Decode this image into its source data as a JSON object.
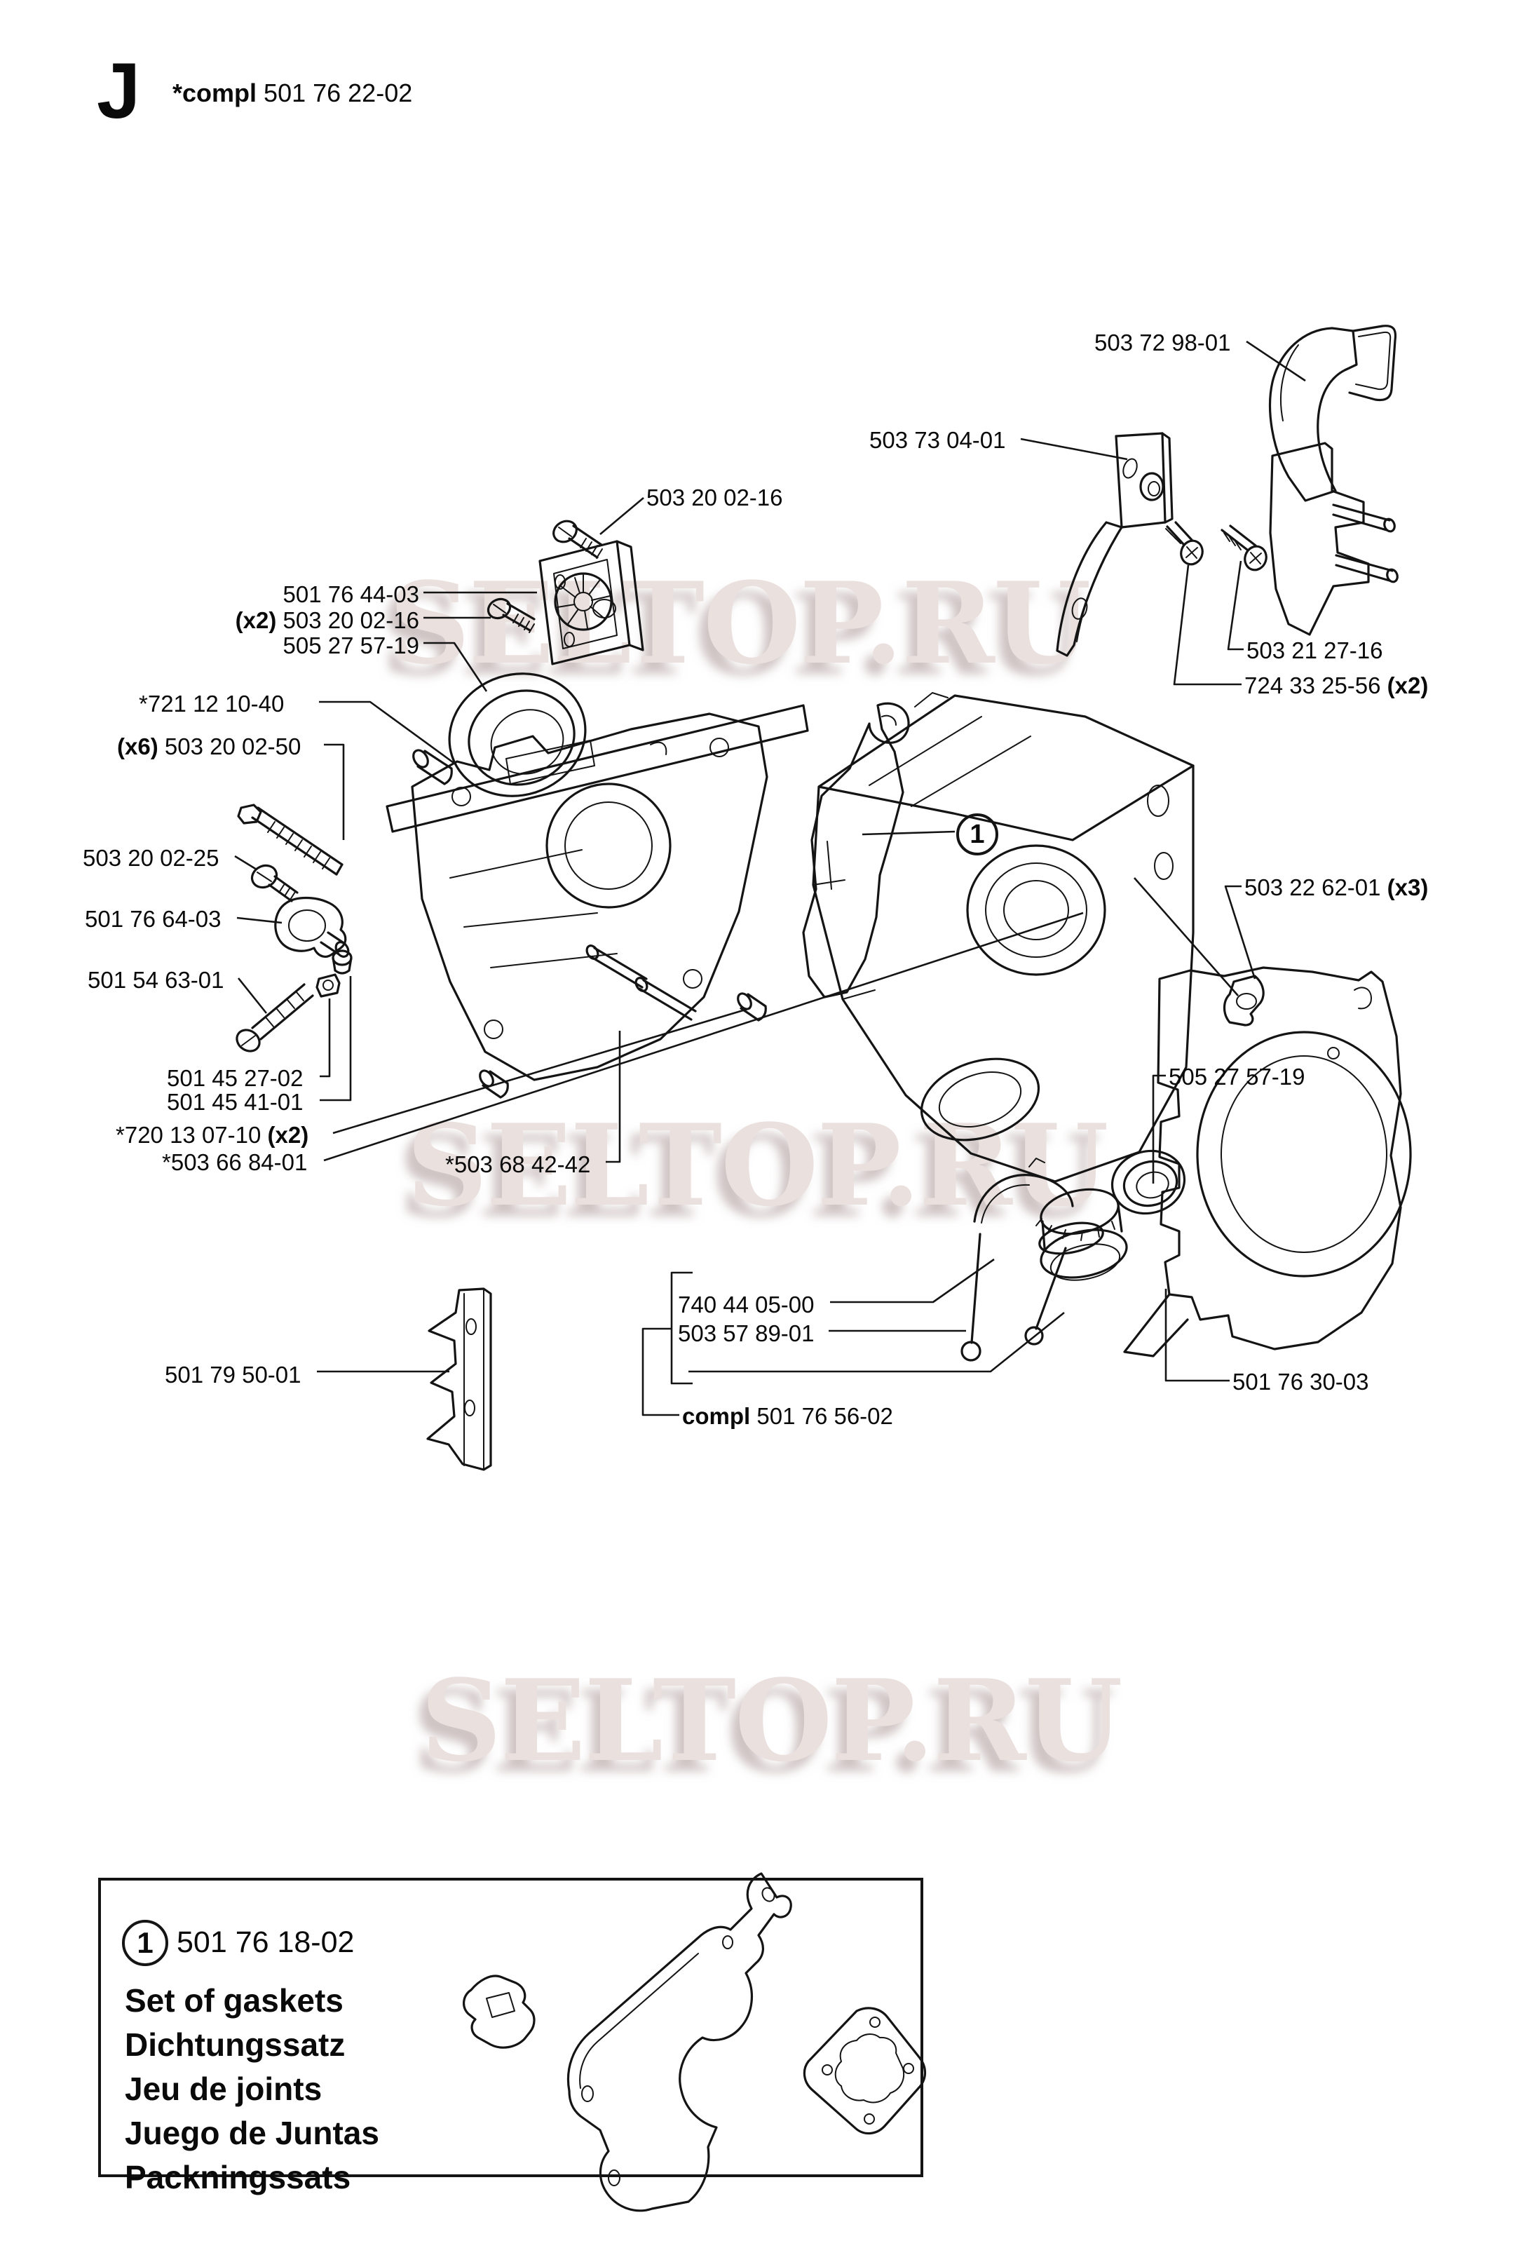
{
  "page": {
    "background": "#ffffff",
    "ink": "#141414"
  },
  "header": {
    "section_letter": "J",
    "compl_bold": "*compl",
    "compl_number": "501 76 22-02"
  },
  "watermark": {
    "text": "SELTOP.RU",
    "color": "#eae0de"
  },
  "callout": {
    "number": "1"
  },
  "labels": [
    {
      "pre": "",
      "num": "503 20 02-16",
      "post": ""
    },
    {
      "pre": "",
      "num": "501 76 44-03",
      "post": ""
    },
    {
      "pre": "(x2) ",
      "num": "503 20 02-16",
      "post": ""
    },
    {
      "pre": "",
      "num": "505 27 57-19",
      "post": ""
    },
    {
      "pre": "",
      "num": "*721 12 10-40",
      "post": ""
    },
    {
      "pre": "(x6) ",
      "num": "503 20 02-50",
      "post": ""
    },
    {
      "pre": "",
      "num": "503 20 02-25",
      "post": ""
    },
    {
      "pre": "",
      "num": "501 76 64-03",
      "post": ""
    },
    {
      "pre": "",
      "num": "501 54 63-01",
      "post": ""
    },
    {
      "pre": "",
      "num": "501 45 27-02",
      "post": ""
    },
    {
      "pre": "",
      "num": "501 45 41-01",
      "post": ""
    },
    {
      "pre": "",
      "num": "*720 13 07-10 ",
      "post": "(x2)"
    },
    {
      "pre": "",
      "num": "*503 66 84-01",
      "post": ""
    },
    {
      "pre": "",
      "num": "*503 68 42-42",
      "post": ""
    },
    {
      "pre": "",
      "num": "740 44 05-00",
      "post": ""
    },
    {
      "pre": "",
      "num": "503 57 89-01",
      "post": ""
    },
    {
      "pre": "compl ",
      "num": "501 76 56-02",
      "post": ""
    },
    {
      "pre": "",
      "num": "501 79 50-01",
      "post": ""
    },
    {
      "pre": "",
      "num": "503 72 98-01",
      "post": ""
    },
    {
      "pre": "",
      "num": "503 73 04-01",
      "post": ""
    },
    {
      "pre": "",
      "num": "503 21 27-16",
      "post": ""
    },
    {
      "pre": "",
      "num": "724 33 25-56 ",
      "post": "(x2)"
    },
    {
      "pre": "",
      "num": "503 22 62-01 ",
      "post": "(x3)"
    },
    {
      "pre": "",
      "num": "505 27 57-19",
      "post": ""
    },
    {
      "pre": "",
      "num": "501 76 30-03",
      "post": ""
    }
  ],
  "legend": {
    "item_number": "1",
    "part_number": "501 76 18-02",
    "names": [
      "Set of gaskets",
      "Dichtungssatz",
      "Jeu de joints",
      "Juego de Juntas",
      "Packningssats"
    ]
  }
}
